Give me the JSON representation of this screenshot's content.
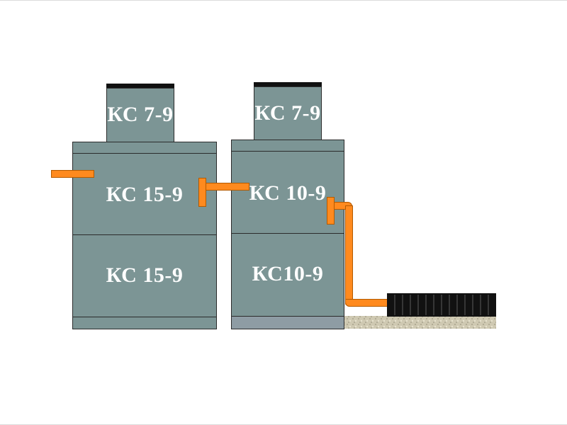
{
  "colors": {
    "concrete": "#7c9595",
    "base": "#8e9ca4",
    "pipe": "#ff8a1e",
    "lid": "#111111",
    "infiltrator": "#111111",
    "gravel": "#c8c3ad"
  },
  "left_tank": {
    "neck_label": "КС 7-9",
    "upper_ring_label": "КС 15-9",
    "lower_ring_label": "КС 15-9"
  },
  "right_tank": {
    "neck_label": "КС 7-9",
    "upper_ring_label": "КС 10-9",
    "lower_ring_label": "КС10-9"
  }
}
